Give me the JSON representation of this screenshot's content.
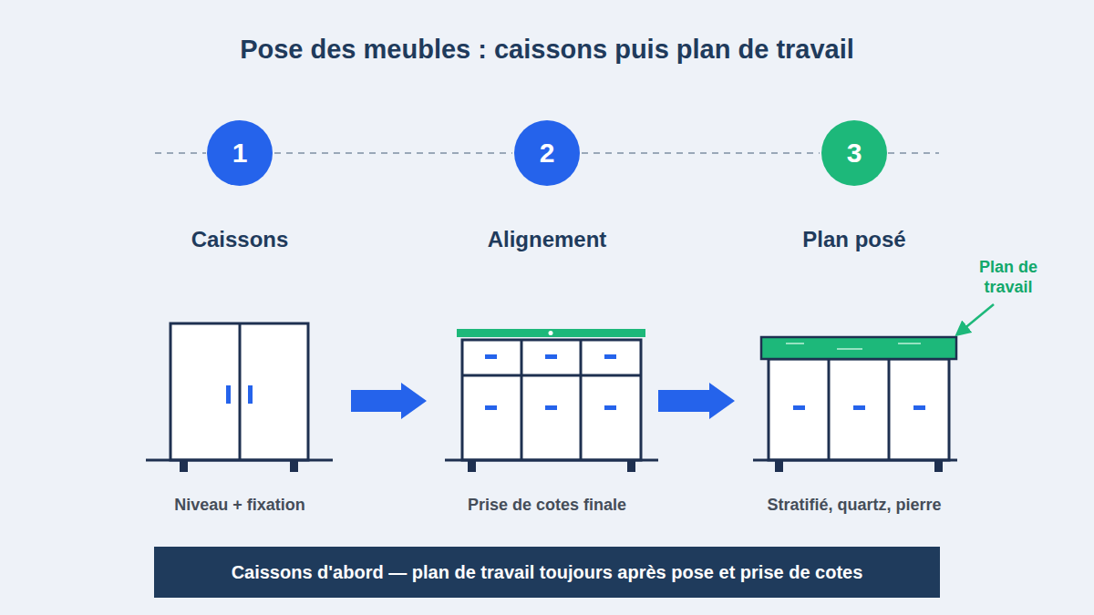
{
  "diagram": {
    "title": "Pose des meubles : caissons puis plan de travail",
    "nodes": [
      {
        "text": [
          "1"
        ]
      },
      {
        "text": [
          "2"
        ]
      },
      {
        "text": [
          "3"
        ]
      },
      {
        "text": [
          "Caissons d'abord — plan de travail toujours après pose et prise de cotes"
        ]
      }
    ],
    "edges": [
      {
        "from": 0,
        "to": 1,
        "arrow": "none"
      },
      {
        "from": 1,
        "to": 2,
        "arrow": "none"
      }
    ],
    "labels": [
      "Caissons",
      "Alignement",
      "Plan posé",
      "Niveau + fixation",
      "Prise de cotes finale",
      "Stratifié, quartz, pierre",
      "Plan de travail"
    ]
  }
}
